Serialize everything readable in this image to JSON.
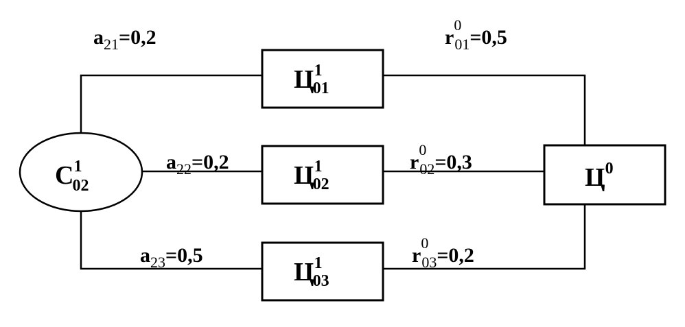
{
  "nodes": {
    "source": {
      "letter": "С",
      "sup": "1",
      "sub": "02"
    },
    "center1": {
      "letter": "Ц",
      "sup": "1",
      "sub": "01"
    },
    "center2": {
      "letter": "Ц",
      "sup": "1",
      "sub": "02"
    },
    "center3": {
      "letter": "Ц",
      "sup": "1",
      "sub": "03"
    },
    "sink": {
      "letter": "Ц",
      "sup": "0",
      "sub": ""
    }
  },
  "edges": {
    "a21": {
      "letter": "a",
      "sub": "21",
      "value": "=0,2"
    },
    "a22": {
      "letter": "a",
      "sub": "22",
      "value": "=0,2"
    },
    "a23": {
      "letter": "a",
      "sub": "23",
      "value": "=0,5"
    },
    "r01": {
      "letter": "r",
      "sup": "0",
      "sub": "01",
      "value": "=0,5"
    },
    "r02": {
      "letter": "r",
      "sup": "0",
      "sub": "02",
      "value": "=0,3"
    },
    "r03": {
      "letter": "r",
      "sup": "0",
      "sub": "03",
      "value": "=0,2"
    }
  },
  "colors": {
    "stroke": "#000000",
    "background": "#ffffff"
  }
}
